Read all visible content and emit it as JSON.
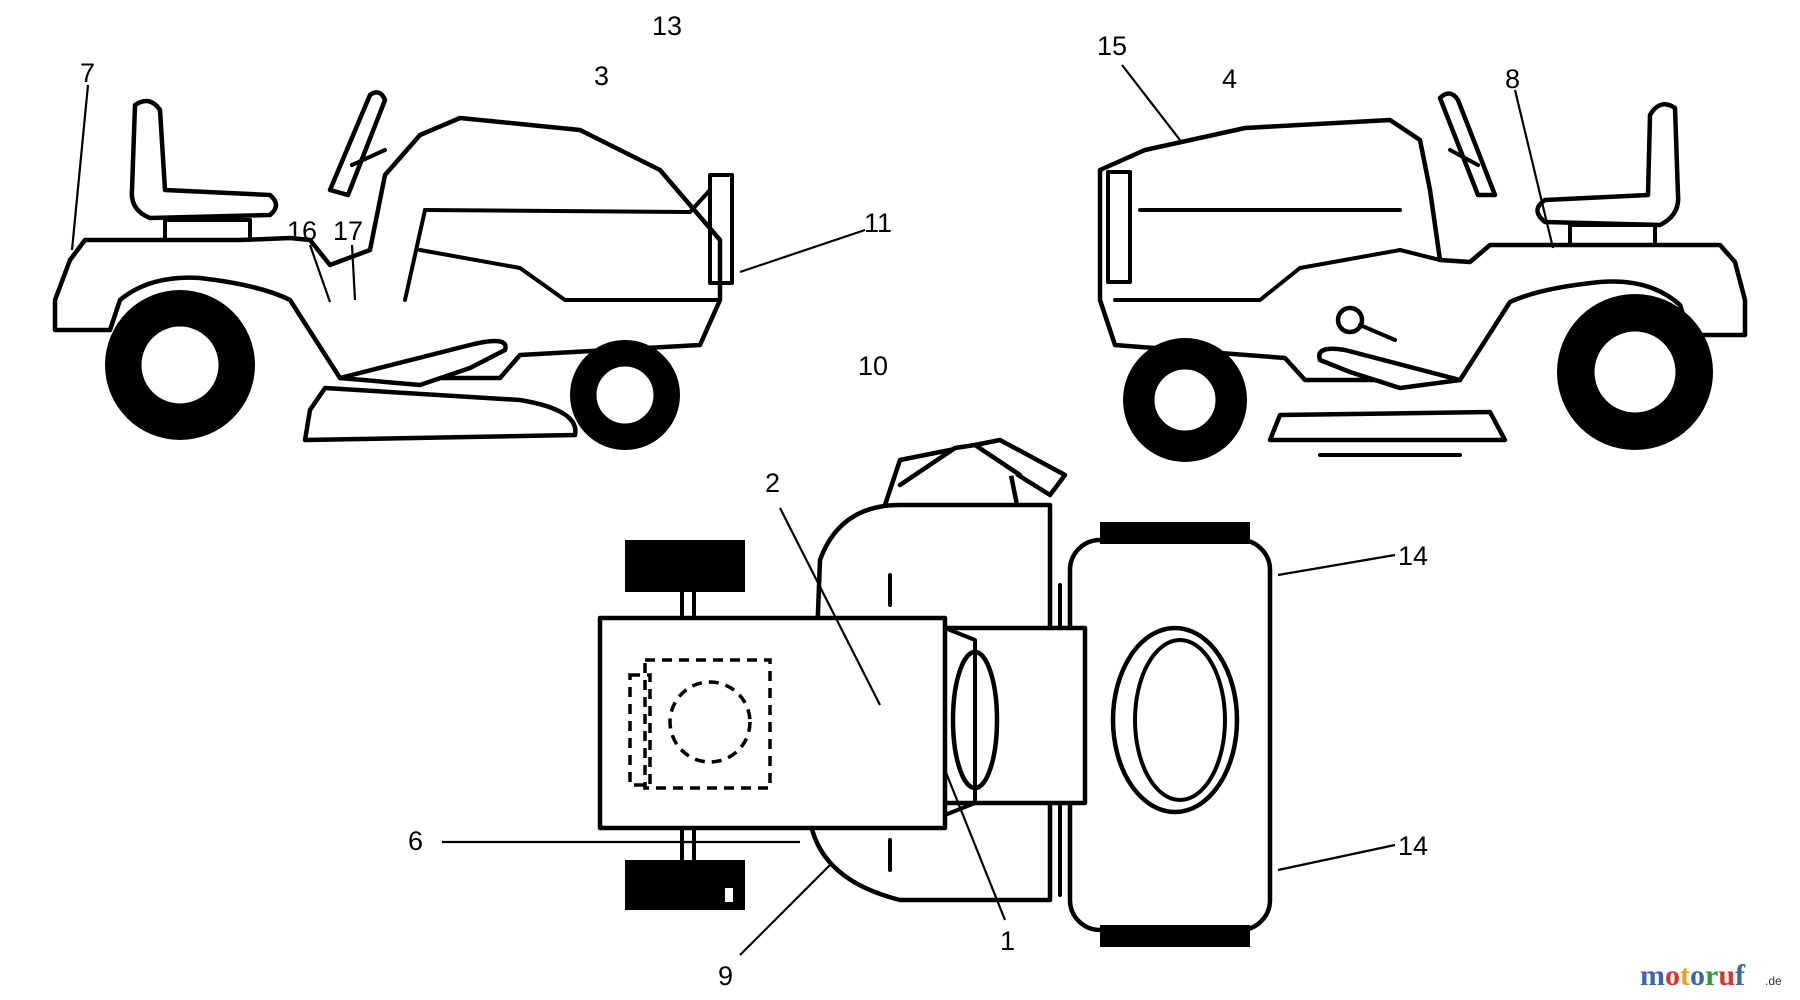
{
  "callouts": [
    {
      "id": "c7",
      "text": "7"
    },
    {
      "id": "c16",
      "text": "16"
    },
    {
      "id": "c17",
      "text": "17"
    },
    {
      "id": "c3",
      "text": "3"
    },
    {
      "id": "c13",
      "text": "13"
    },
    {
      "id": "c11",
      "text": "11"
    },
    {
      "id": "c15",
      "text": "15"
    },
    {
      "id": "c4",
      "text": "4"
    },
    {
      "id": "c8",
      "text": "8"
    },
    {
      "id": "c10",
      "text": "10"
    },
    {
      "id": "c2",
      "text": "2"
    },
    {
      "id": "c14a",
      "text": "14"
    },
    {
      "id": "c14b",
      "text": "14"
    },
    {
      "id": "c6",
      "text": "6"
    },
    {
      "id": "c9",
      "text": "9"
    },
    {
      "id": "c1",
      "text": "1"
    }
  ],
  "watermark": {
    "letters": [
      "m",
      "o",
      "t",
      "o",
      "r",
      "u",
      "f"
    ],
    "colors": [
      "#3a66b0",
      "#d8342c",
      "#e8a317",
      "#3a66b0",
      "#2f9a3c",
      "#d8342c",
      "#3a66b0"
    ],
    "suffix": ".de"
  }
}
